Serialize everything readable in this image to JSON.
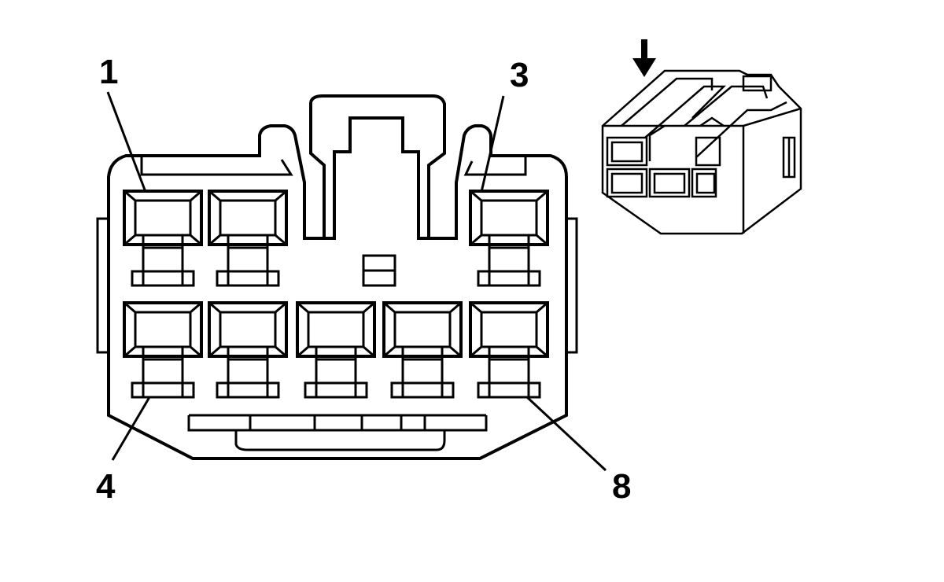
{
  "pin_labels": {
    "pin1": "1",
    "pin3": "3",
    "pin4": "4",
    "pin8": "8"
  },
  "colors": {
    "stroke": "#000000",
    "background": "#ffffff"
  },
  "icons": {
    "view_direction": "down-arrow-icon"
  }
}
